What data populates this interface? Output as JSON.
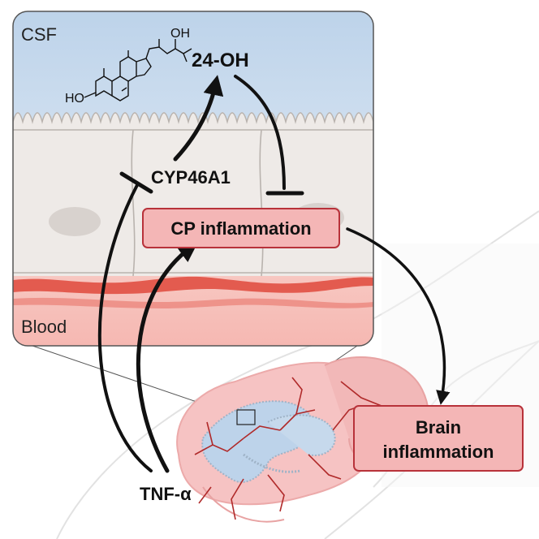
{
  "labels": {
    "csf": "CSF",
    "blood": "Blood",
    "molecule_name": "24-OH",
    "molecule_oh_top": "OH",
    "molecule_oh_left": "HO",
    "enzyme": "CYP46A1",
    "cp_inflammation": "CP inflammation",
    "brain_inflammation_line1": "Brain",
    "brain_inflammation_line2": "inflammation",
    "cytokine": "TNF-α"
  },
  "colors": {
    "csf_top": "#c9dcef",
    "cell": "#eeeae7",
    "cell_border": "#b7b1ad",
    "nucleus": "#d9d4d0",
    "blood": "#f3b9b4",
    "vessel": "#e35b4f",
    "box_fill": "#f4b6b6",
    "box_border": "#b8323a",
    "arrow": "#111111",
    "brain": "#f6c4c4",
    "ventricle": "#bcd3ea",
    "mouse_outline": "#dedede"
  }
}
